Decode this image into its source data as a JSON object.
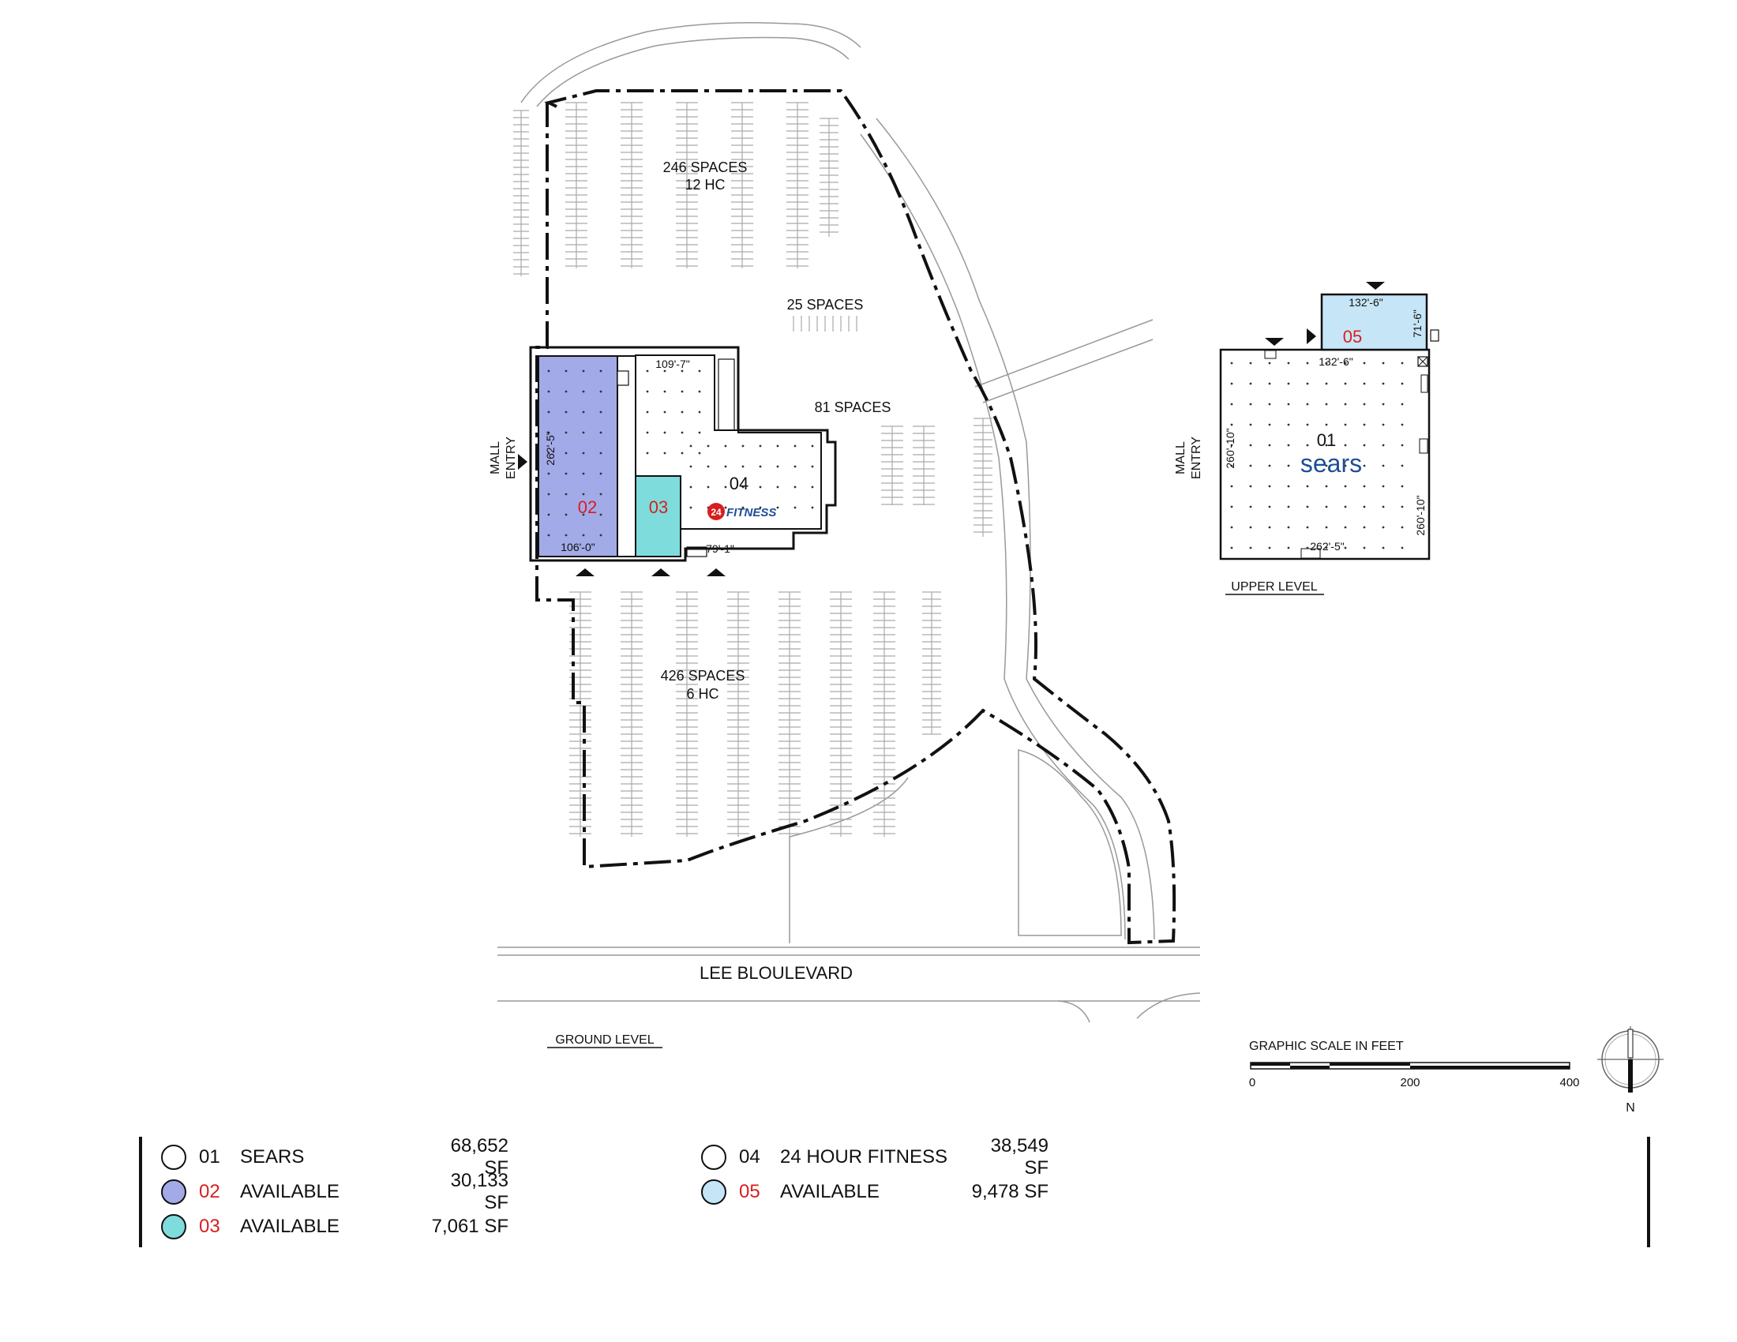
{
  "colors": {
    "space_02": "#a3aae8",
    "space_03": "#7fdcdc",
    "space_05": "#c6e6f7",
    "number_red": "#d81e1e",
    "sears_blue": "#1f4d96",
    "line": "#111111"
  },
  "parking": {
    "north": {
      "spaces": "246 SPACES",
      "hc": "12 HC"
    },
    "mid_small": {
      "spaces": "25 SPACES"
    },
    "east": {
      "spaces": "81 SPACES"
    },
    "south": {
      "spaces": "426 SPACES",
      "hc": "6 HC"
    }
  },
  "ground": {
    "mall_entry_line1": "MALL",
    "mall_entry_line2": "ENTRY",
    "space_02": {
      "number": "02",
      "dim_height": "262'-5\"",
      "dim_width": "106'-0\""
    },
    "space_03": {
      "number": "03"
    },
    "space_04": {
      "number": "04",
      "logo_prefix": "24",
      "logo_text": "FITNESS",
      "dim_top": "109'-7\"",
      "dim_bottom": "79'-1\""
    },
    "street": "LEE BLOULEVARD",
    "level_label": "GROUND LEVEL"
  },
  "upper": {
    "mall_entry_line1": "MALL",
    "mall_entry_line2": "ENTRY",
    "space_01": {
      "number": "01",
      "logo": "sears",
      "dim_left": "260'-10\"",
      "dim_right": "260'-10\"",
      "dim_top": "132'-6\"",
      "dim_bottom": "262'-5\""
    },
    "space_05": {
      "number": "05",
      "dim_top": "132'-6\"",
      "dim_right": "71'-6\""
    },
    "level_label": "UPPER LEVEL"
  },
  "scale": {
    "title": "GRAPHIC SCALE IN FEET",
    "ticks": [
      "0",
      "200",
      "400"
    ]
  },
  "north_arrow": {
    "label": "N"
  },
  "legend": [
    {
      "number": "01",
      "name": "SEARS",
      "sf": "68,652 SF",
      "color": "#ffffff",
      "red": false
    },
    {
      "number": "02",
      "name": "AVAILABLE",
      "sf": "30,133 SF",
      "color": "#a3aae8",
      "red": true
    },
    {
      "number": "03",
      "name": "AVAILABLE",
      "sf": "7,061 SF",
      "color": "#7fdcdc",
      "red": true
    },
    {
      "number": "04",
      "name": "24 HOUR FITNESS",
      "sf": "38,549 SF",
      "color": "#ffffff",
      "red": false
    },
    {
      "number": "05",
      "name": "AVAILABLE",
      "sf": "9,478 SF",
      "color": "#c6e6f7",
      "red": true
    }
  ]
}
